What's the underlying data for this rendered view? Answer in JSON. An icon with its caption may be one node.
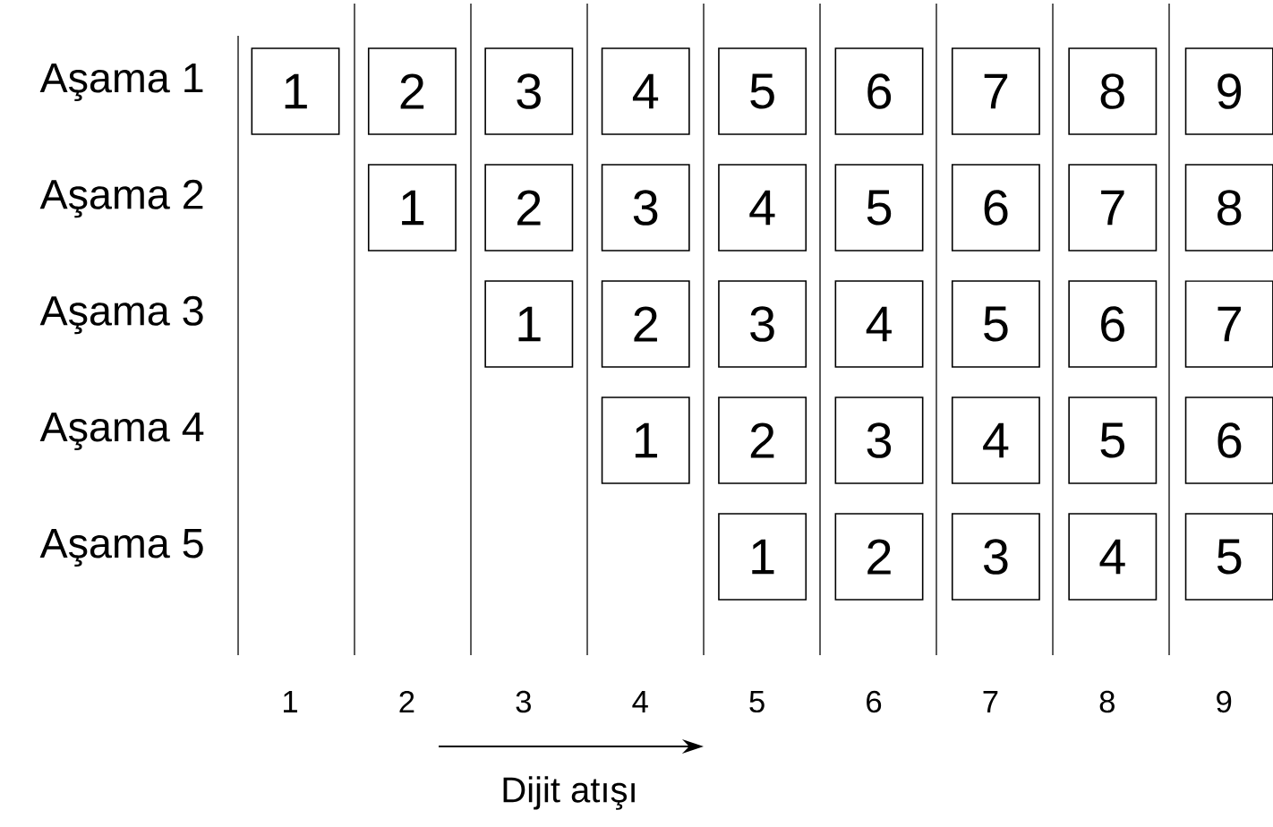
{
  "diagram": {
    "nodes": [
      {
        "text": [
          "1"
        ]
      },
      {
        "text": [
          "2"
        ]
      },
      {
        "text": [
          "3"
        ]
      },
      {
        "text": [
          "4"
        ]
      },
      {
        "text": [
          "5"
        ]
      },
      {
        "text": [
          "6"
        ]
      },
      {
        "text": [
          "7"
        ]
      },
      {
        "text": [
          "8"
        ]
      },
      {
        "text": [
          "9"
        ]
      },
      {
        "text": [
          "1"
        ]
      },
      {
        "text": [
          "2"
        ]
      },
      {
        "text": [
          "3"
        ]
      },
      {
        "text": [
          "4"
        ]
      },
      {
        "text": [
          "5"
        ]
      },
      {
        "text": [
          "6"
        ]
      },
      {
        "text": [
          "7"
        ]
      },
      {
        "text": [
          "8"
        ]
      },
      {
        "text": [
          "1"
        ]
      },
      {
        "text": [
          "2"
        ]
      },
      {
        "text": [
          "3"
        ]
      },
      {
        "text": [
          "4"
        ]
      },
      {
        "text": [
          "5"
        ]
      },
      {
        "text": [
          "6"
        ]
      },
      {
        "text": [
          "7"
        ]
      },
      {
        "text": [
          "1"
        ]
      },
      {
        "text": [
          "2"
        ]
      },
      {
        "text": [
          "3"
        ]
      },
      {
        "text": [
          "4"
        ]
      },
      {
        "text": [
          "5"
        ]
      },
      {
        "text": [
          "6"
        ]
      },
      {
        "text": [
          "1"
        ]
      },
      {
        "text": [
          "2"
        ]
      },
      {
        "text": [
          "3"
        ]
      },
      {
        "text": [
          "4"
        ]
      },
      {
        "text": [
          "5"
        ]
      }
    ],
    "edges": [],
    "labels": [
      "Aşama 1",
      "Aşama 2",
      "Aşama 3",
      "Aşama 4",
      "Aşama 5",
      "1",
      "2",
      "3",
      "4",
      "5",
      "6",
      "7",
      "8",
      "9",
      "Dijit atışı"
    ]
  }
}
